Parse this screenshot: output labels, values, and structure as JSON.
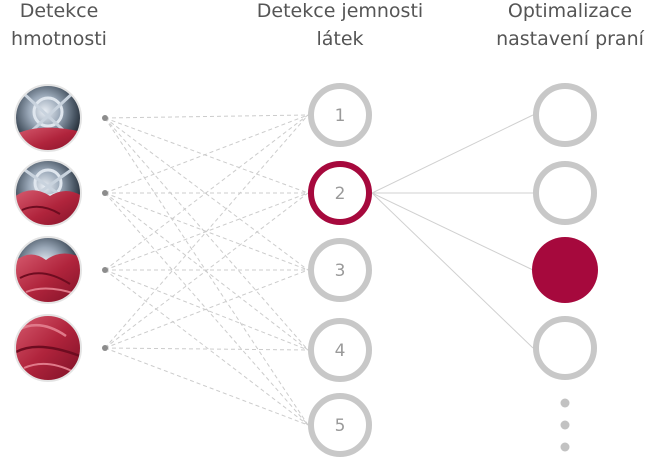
{
  "headings": {
    "weight": [
      "Detekce",
      "hmotnosti"
    ],
    "fabric": [
      "Detekce jemnosti",
      "látek"
    ],
    "optimize": [
      "Optimalizace",
      "nastavení praní"
    ]
  },
  "fabric_levels": [
    "1",
    "2",
    "3",
    "4",
    "5"
  ],
  "selected_fabric_level": "2",
  "optimization_options_visible": 4,
  "selected_optimization_option": 3,
  "more_indicator": "⋮",
  "colors": {
    "accent": "#a6093d",
    "ring": "#c8c8c8",
    "line": "#cccccc",
    "text": "#555555"
  },
  "drum_images": [
    "drum-light-load-icon",
    "drum-medium-load-icon",
    "drum-heavy-load-icon",
    "drum-full-load-icon"
  ]
}
